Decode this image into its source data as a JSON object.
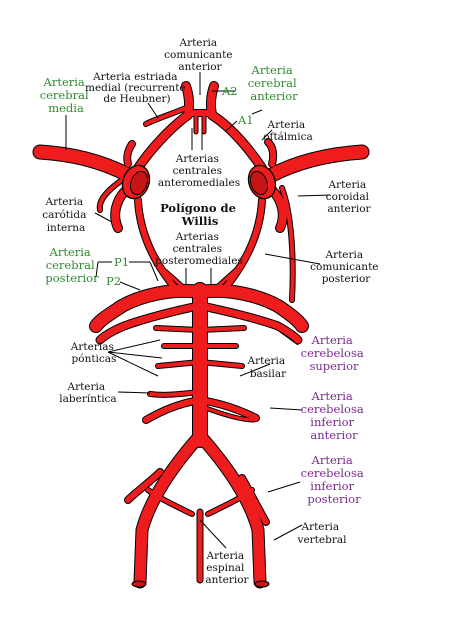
{
  "colors": {
    "artery": "#ee1c1c",
    "outline": "#000000",
    "green_label": "#2e8b2e",
    "purple_label": "#7a2a8c",
    "black_label": "#111111"
  },
  "labels": {
    "comunicante_anterior": [
      "Arteria",
      "comunicante",
      "anterior"
    ],
    "cerebral_media": [
      "Arteria",
      "cerebral",
      "media"
    ],
    "estriada_medial": [
      "Arteria estriada",
      "medial (recurrente",
      "de Heubner)"
    ],
    "cerebral_anterior": [
      "Arteria",
      "cerebral",
      "anterior"
    ],
    "a2": "A2",
    "a1": "A1",
    "oftalmica": [
      "Arteria",
      "oftálmica"
    ],
    "centrales_anteromediales": [
      "Arterias",
      "centrales",
      "anteromediales"
    ],
    "carotida_interna": [
      "Arteria",
      "carótida",
      "interna"
    ],
    "poligono": [
      "Polígono de",
      "Willis"
    ],
    "coroidal_anterior": [
      "Arteria",
      "coroidal",
      "anterior"
    ],
    "cerebral_posterior": [
      "Arteria",
      "cerebral",
      "posterior"
    ],
    "p1": "P1",
    "p2": "P2",
    "centrales_posteromediales": [
      "Arterias",
      "centrales",
      "posteromediales"
    ],
    "comunicante_posterior": [
      "Arteria",
      "comunicante",
      "posterior"
    ],
    "ponticas": [
      "Arterias",
      "pónticas"
    ],
    "basilar": [
      "Arteria",
      "basilar"
    ],
    "cerebelosa_superior": [
      "Arteria",
      "cerebelosa",
      "superior"
    ],
    "laberintica": [
      "Arteria",
      "laberíntica"
    ],
    "cerebelosa_inferior_anterior": [
      "Arteria",
      "cerebelosa",
      "inferior",
      "anterior"
    ],
    "cerebelosa_inferior_posterior": [
      "Arteria",
      "cerebelosa",
      "inferior",
      "posterior"
    ],
    "vertebral": [
      "Arteria",
      "vertebral"
    ],
    "espinal_anterior": [
      "Arteria",
      "espinal",
      "anterior"
    ]
  }
}
